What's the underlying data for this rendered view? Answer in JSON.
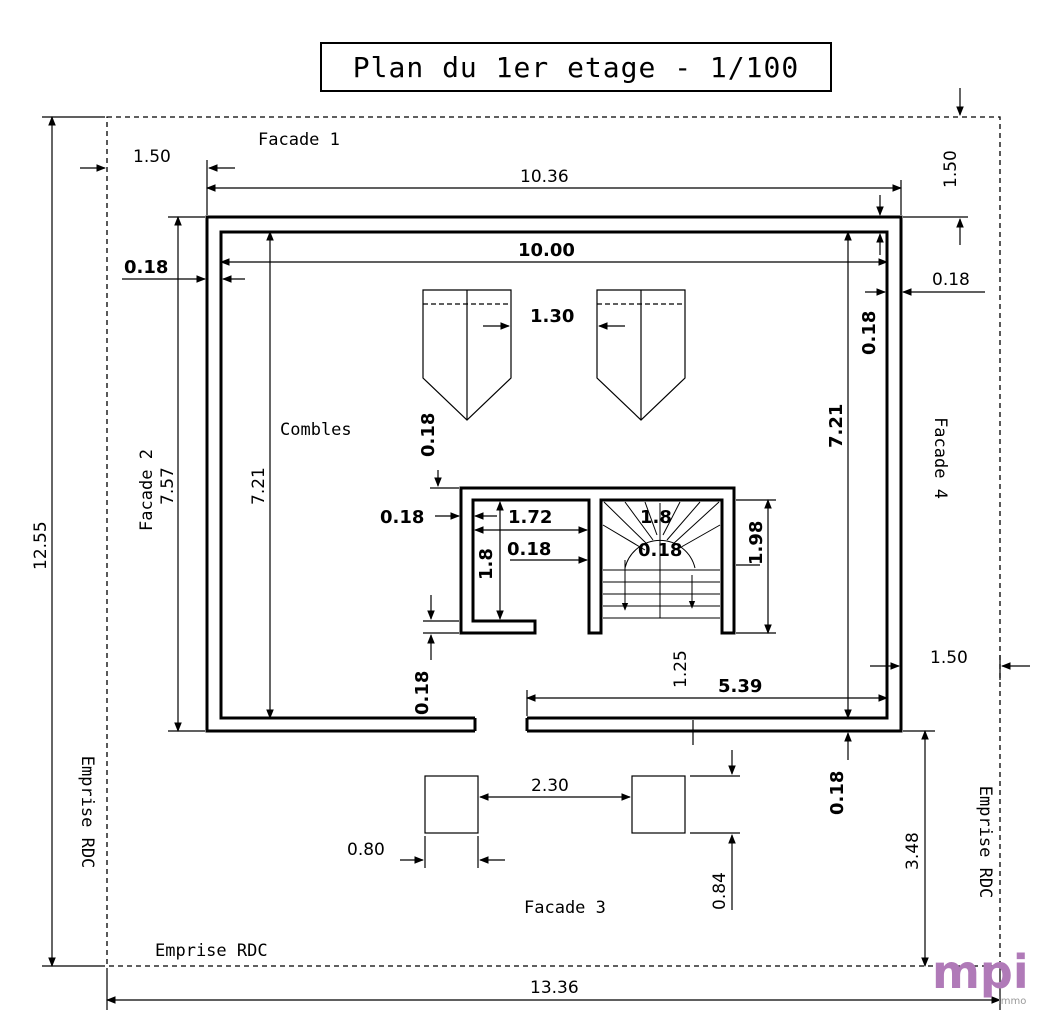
{
  "title": "Plan du 1er etage  - 1/100",
  "labels": {
    "facade1": "Facade 1",
    "facade2": "Facade 2",
    "facade3": "Facade 3",
    "facade4": "Facade 4",
    "combles": "Combles",
    "emprise_bottom": "Emprise RDC",
    "emprise_left": "Emprise RDC",
    "emprise_right": "Emprise RDC"
  },
  "dimensions": {
    "d1_50_left": "1.50",
    "d10_36": "10.36",
    "d1_50_topright": "1.50",
    "d10_00": "10.00",
    "d0_18_left": "0.18",
    "d0_18_right": "0.18",
    "d1_30": "1.30",
    "d0_18_right_vert": "0.18",
    "d7_21_left": "7.21",
    "d7_57": "7.57",
    "d7_21_right": "7.21",
    "d12_55": "12.55",
    "d0_18_mid_vert": "0.18",
    "d0_18_stair_left": "0.18",
    "d1_72": "1.72",
    "d1_8_top": "1.8",
    "d1_8_vert": "1.8",
    "d0_18_inner": "0.18",
    "d0_18_stair": "0.18",
    "d1_98": "1.98",
    "d1_25": "1.25",
    "d1_50_right": "1.50",
    "d5_39": "5.39",
    "d0_18_door": "0.18",
    "d2_30": "2.30",
    "d0_18_bottom": "0.18",
    "d0_80": "0.80",
    "d0_84": "0.84",
    "d3_48": "3.48",
    "d13_36": "13.36"
  },
  "logo": {
    "text": "mpi",
    "sub": "immo"
  }
}
